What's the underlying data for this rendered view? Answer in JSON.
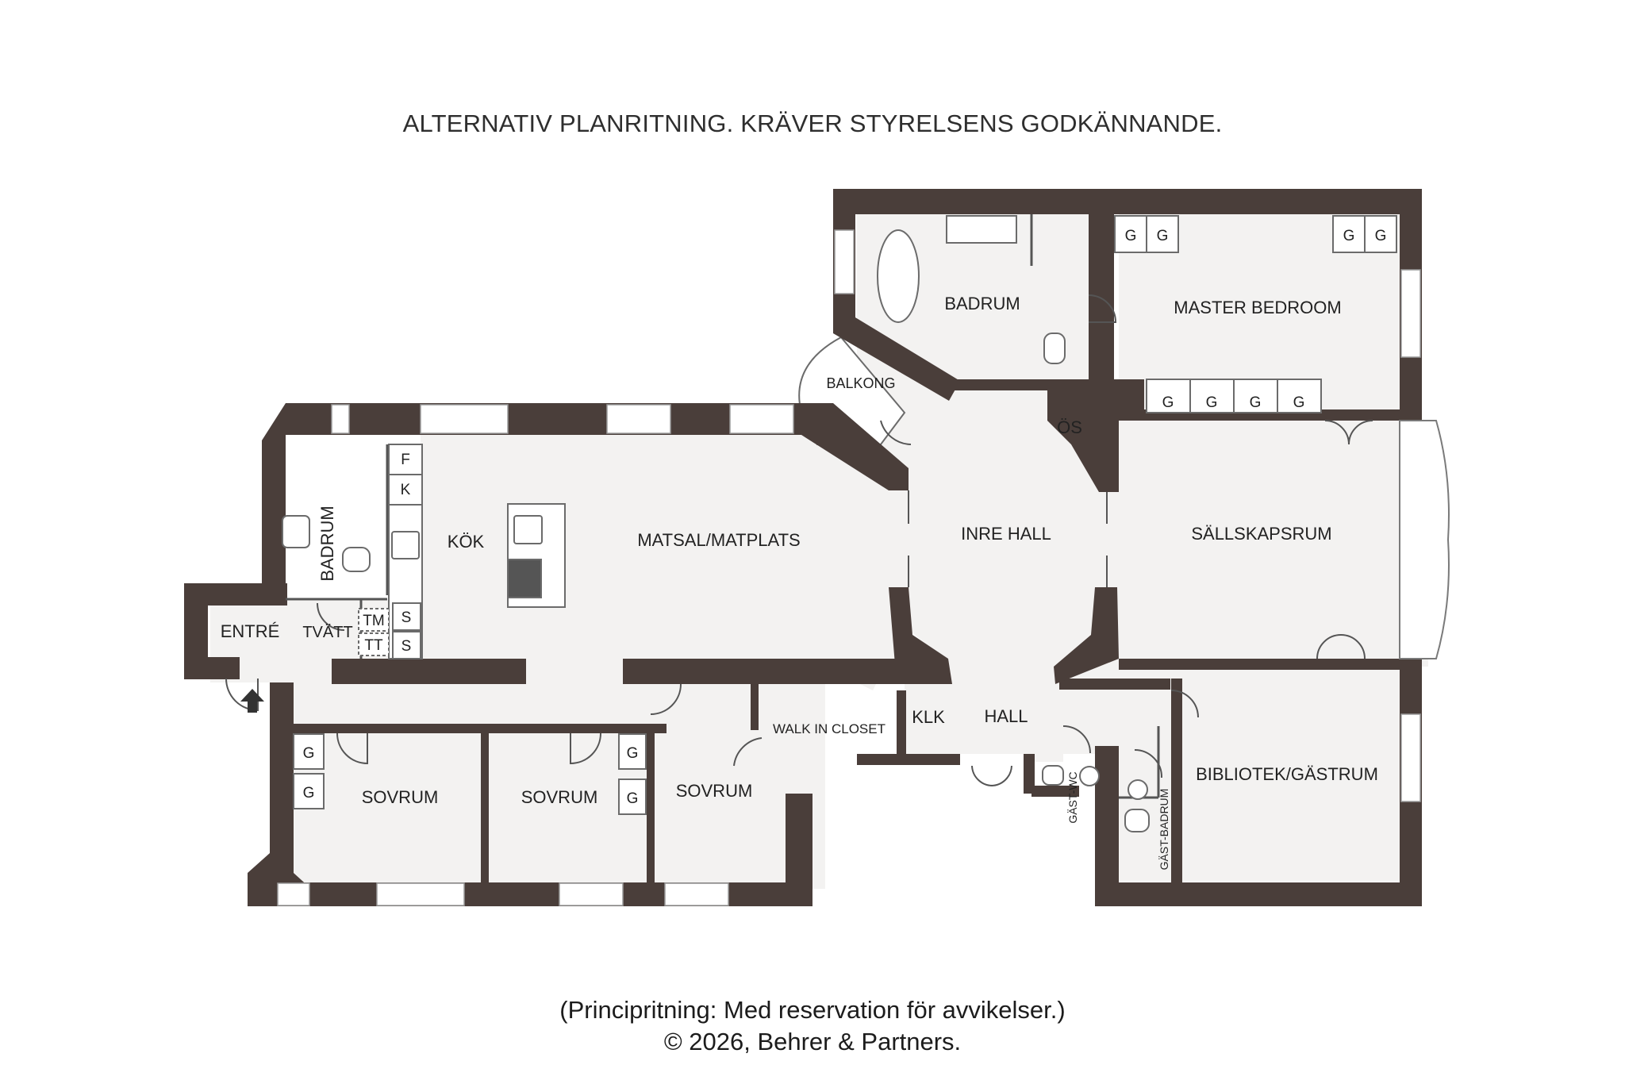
{
  "header": {
    "title": "ALTERNATIV PLANRITNING. KRÄVER STYRELSENS GODKÄNNANDE."
  },
  "colors": {
    "wall": "#4a3e3a",
    "floor": "#f3f2f1",
    "fixture": "#ffffff",
    "stroke": "#6b6b6b"
  },
  "rooms": {
    "badrum_top": "BADRUM",
    "master_bedroom": "MASTER BEDROOM",
    "balkong": "BALKONG",
    "os": "ÖS",
    "badrum_left": "BADRUM",
    "kok": "KÖK",
    "matsal": "MATSAL/MATPLATS",
    "inre_hall": "INRE HALL",
    "sallskapsrum": "SÄLLSKAPSRUM",
    "entre": "ENTRÉ",
    "tvatt": "TVÄTT",
    "walk_in_closet": "WALK IN CLOSET",
    "klk": "KLK",
    "hall": "HALL",
    "gast_wc": "GÄST-WC",
    "bibliotek": "BIBLIOTEK/GÄSTRUM",
    "gast_badrum": "GÄST-BADRUM",
    "sovrum_1": "SOVRUM",
    "sovrum_2": "SOVRUM",
    "sovrum_3": "SOVRUM"
  },
  "fixtures": {
    "wardrobe": "G",
    "fridge": "F",
    "freezer": "K",
    "cabinet": "S",
    "washer": "TM",
    "dryer": "TT"
  },
  "footer": {
    "line1": "(Principritning: Med reservation för avvikelser.)",
    "line2": "© 2026, Behrer & Partners."
  }
}
